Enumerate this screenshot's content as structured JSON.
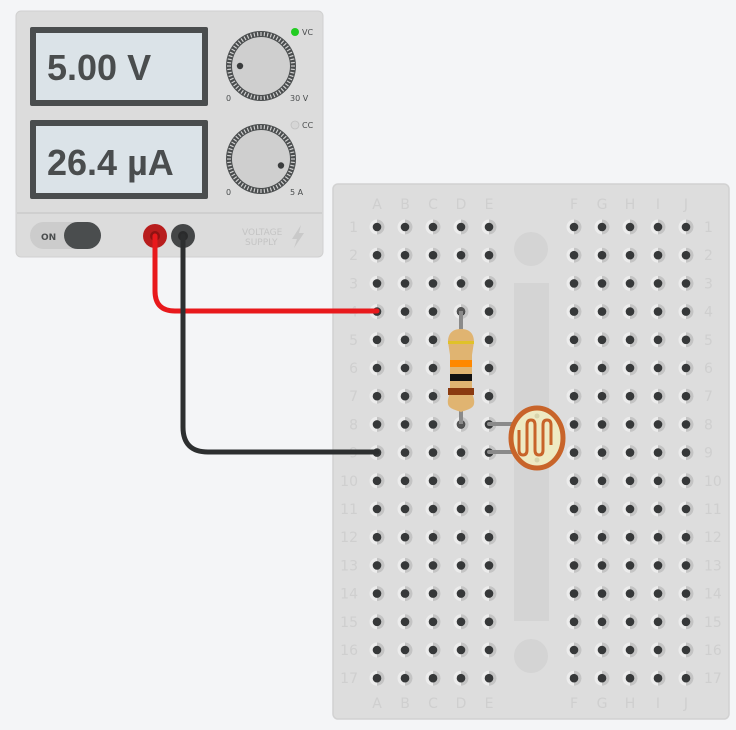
{
  "power_supply": {
    "voltage_display": "5.00 V",
    "current_display": "26.4 µA",
    "voltage_knob": {
      "min_label": "0",
      "max_label": "30 V",
      "setting_fraction": 0.1667
    },
    "current_knob": {
      "min_label": "0",
      "max_label": "5 A",
      "setting_fraction": 0.9
    },
    "indicators": [
      {
        "label": "VC",
        "state": "on",
        "color": "#22cc22"
      },
      {
        "label": "CC",
        "state": "off",
        "color": "#d6d6d6"
      }
    ],
    "power_switch": {
      "label": "ON",
      "state": "on"
    },
    "terminals": [
      {
        "name": "positive",
        "color": "#cc1f1f"
      },
      {
        "name": "negative",
        "color": "#444647"
      }
    ],
    "brand_lines": [
      "VOLTAGE",
      "SUPPLY"
    ],
    "icon": "lightning-bolt-icon"
  },
  "breadboard": {
    "left_columns": [
      "A",
      "B",
      "C",
      "D",
      "E"
    ],
    "right_columns": [
      "F",
      "G",
      "H",
      "I",
      "J"
    ],
    "rows": [
      "1",
      "2",
      "3",
      "4",
      "5",
      "6",
      "7",
      "8",
      "9",
      "10",
      "11",
      "12",
      "13",
      "14",
      "15",
      "16",
      "17"
    ]
  },
  "components": [
    {
      "type": "resistor",
      "from": "D4",
      "to": "D8",
      "bands": [
        "#e0c229",
        "#ff8800",
        "#111111",
        "#8a3a10"
      ]
    },
    {
      "type": "photoresistor",
      "leads": [
        "E8",
        "E9"
      ],
      "color": "#c8642a"
    }
  ],
  "wires": [
    {
      "color": "#e8191c",
      "from": "supply-positive",
      "to": "A4"
    },
    {
      "color": "#2d2f30",
      "from": "supply-negative",
      "to": "A9"
    }
  ]
}
